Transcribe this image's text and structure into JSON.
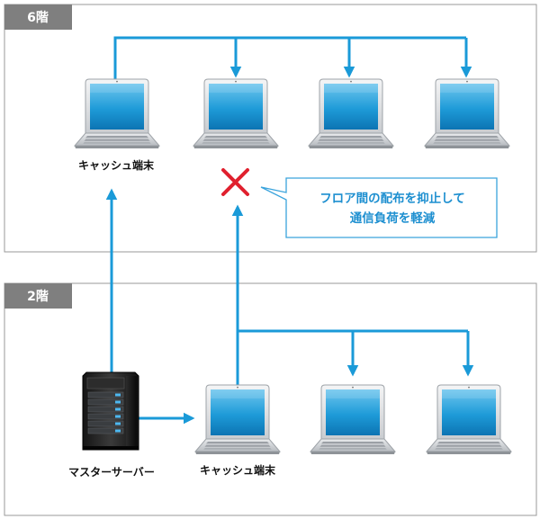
{
  "floors": [
    {
      "label": "6階"
    },
    {
      "label": "2階"
    }
  ],
  "devices": {
    "cash_terminal_label": "キャッシュ端末",
    "master_server_label": "マスターサーバー"
  },
  "callout": {
    "line1": "フロア間の配布を抑止して",
    "line2": "通信負荷を軽減"
  },
  "colors": {
    "arrow": "#1a9ad8",
    "floor_tab": "#7f7f7f",
    "floor_border": "#9a9a9a",
    "blocked_mark": "#e0202e",
    "callout_text": "#1d8fd0",
    "callout_border": "#3aa3dc"
  },
  "icons": {
    "laptop": "laptop-icon",
    "server": "server-tower-icon",
    "blocked": "cross-mark-icon"
  }
}
